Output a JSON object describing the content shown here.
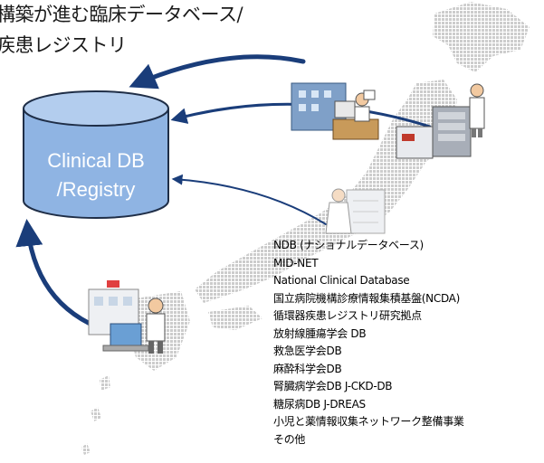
{
  "title": {
    "line1": "構築が進む臨床データベース/",
    "line2": "疾患レジストリ"
  },
  "database": {
    "line1": "Clinical DB",
    "line2": "/Registry",
    "fill_color": "#8fb4e3",
    "edge_color": "#1f2e47"
  },
  "arrow_color": "#1a3d7a",
  "map_color": "#c9c9c9",
  "registries": [
    "NDB (ナショナルデータベース)",
    "MID-NET",
    "National Clinical Database",
    "国立病院機構診療情報集積基盤(NCDA)",
    "循環器疾患レジストリ研究拠点",
    "放射線腫瘍学会 DB",
    "救急医学会DB",
    "麻酔科学会DB",
    "腎臓病学会DB J-CKD-DB",
    "糖尿病DB J-DREAS",
    "小児と薬情報収集ネットワーク整備事業",
    "その他"
  ]
}
